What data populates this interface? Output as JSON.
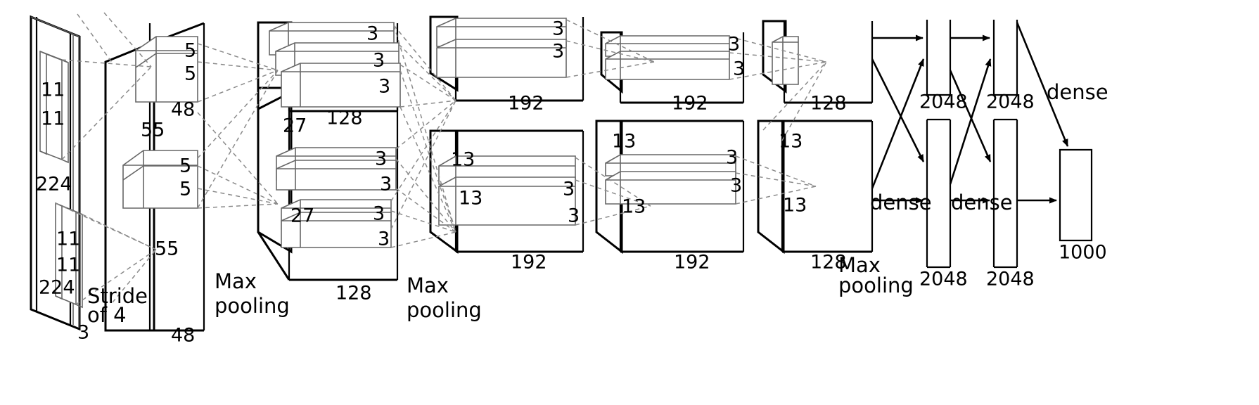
{
  "figure": {
    "kind": "neural-network-architecture-diagram",
    "name": "AlexNet convolutional neural network architecture"
  },
  "labels": {
    "input_height": "224",
    "input_width": "224",
    "input_depth": "3",
    "kernel1_a": "11",
    "kernel1_b": "11",
    "kernel1_c": "11",
    "kernel1_d": "11",
    "stride_line1": "Stride",
    "stride_line2": "of 4",
    "conv1_top_size": "55",
    "conv1_bottom_size": "55",
    "conv1_top_depth": "48",
    "conv1_bottom_depth": "48",
    "kernel2_top_a": "5",
    "kernel2_top_b": "5",
    "kernel2_bottom_a": "5",
    "kernel2_bottom_b": "5",
    "maxpool1_line1": "Max",
    "maxpool1_line2": "pooling",
    "conv2_top_depth": "128",
    "conv2_bottom_depth": "128",
    "conv2_size_top": "27",
    "conv2_size_bottom": "27",
    "kernel3_t1": "3",
    "kernel3_t2": "3",
    "kernel3_t3": "3",
    "kernel3_b1": "3",
    "kernel3_b2": "3",
    "kernel3_b3": "3",
    "maxpool2_line1": "Max",
    "maxpool2_line2": "pooling",
    "conv3_top_depth": "192",
    "conv3_bottom_depth": "192",
    "conv3_size_top": "13",
    "conv3_size_bottom": "13",
    "kernel4_t1": "3",
    "kernel4_t2": "3",
    "kernel4_b1": "3",
    "kernel4_b2": "3",
    "conv4_top_depth": "192",
    "conv4_bottom_depth": "192",
    "conv4_size_top": "13",
    "conv4_size_bottom": "13",
    "kernel5_t1": "3",
    "kernel5_t2": "3",
    "kernel5_b1": "3",
    "kernel5_b2": "3",
    "conv5_top_depth": "128",
    "conv5_bottom_depth": "128",
    "conv5_size_top": "13",
    "conv5_size_bottom": "13",
    "maxpool3_line1": "Max",
    "maxpool3_line2": "pooling",
    "fc1_top": "2048",
    "fc1_bottom": "2048",
    "fc2_top": "2048",
    "fc2_bottom": "2048",
    "dense_1": "dense",
    "dense_2": "dense",
    "dense_3": "dense",
    "output": "1000"
  },
  "colors": {
    "stroke": "#000000",
    "stroke_light": "#666666",
    "dashed": "#8a8a8a",
    "background": "#ffffff"
  }
}
